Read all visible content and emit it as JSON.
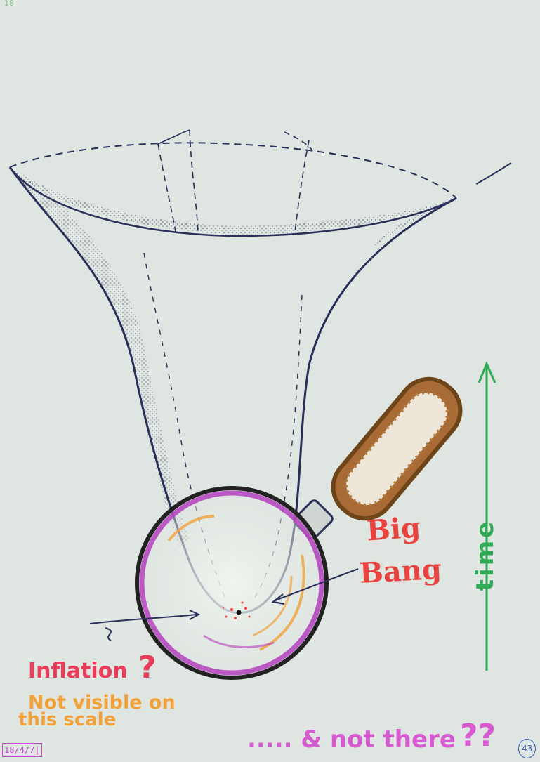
{
  "labels": {
    "big": "Big",
    "bang": "Bang",
    "time": "time",
    "inflation": "Inflation",
    "inflation_question": "?",
    "not_visible": "Not visible on",
    "this_scale": "this scale",
    "not_there": "..... & not there",
    "not_there_question": "??"
  },
  "corner_marks": {
    "date": "18/4/7|",
    "page_number": "43",
    "top_left": "18"
  },
  "colors": {
    "ink": "#2a2f5a",
    "big_bang": "#e8433f",
    "time": "#2eaa55",
    "inflation": "#e83c5a",
    "scale_note": "#f0a13a",
    "not_there": "#d65ad0",
    "magnifier_rim": "#b43fbd",
    "handle": "#8a5a2b"
  },
  "icons": {
    "magnifier": "magnifying-glass-icon",
    "time_arrow": "up-arrow-icon"
  }
}
